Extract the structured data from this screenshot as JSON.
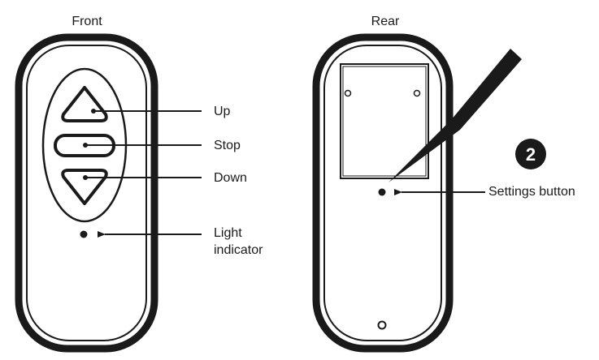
{
  "front": {
    "title": "Front",
    "labels": {
      "up": "Up",
      "stop": "Stop",
      "down": "Down",
      "light_line1": "Light",
      "light_line2": "indicator"
    }
  },
  "rear": {
    "title": "Rear",
    "step_number": "2",
    "settings_label": "Settings button"
  },
  "colors": {
    "outline": "#1a1a1a",
    "background": "#ffffff"
  }
}
